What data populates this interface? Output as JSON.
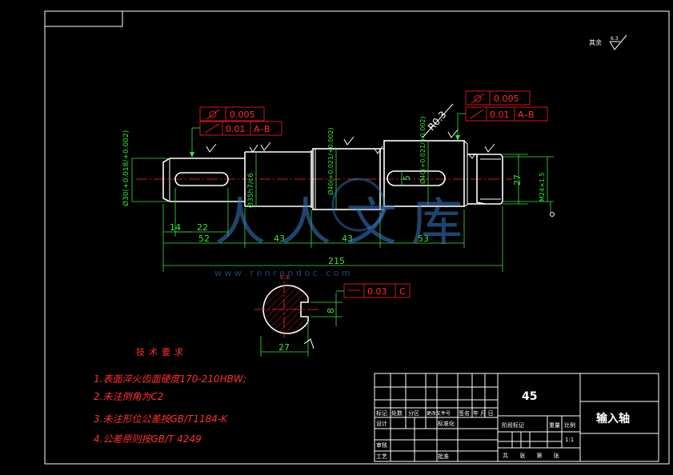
{
  "roughness_note": {
    "prefix": "其余",
    "value": "6.3"
  },
  "gtol_left": {
    "runout": "0.005",
    "total": "0.01",
    "datum": "A–B"
  },
  "gtol_right": {
    "runout": "0.005",
    "total": "0.01",
    "datum": "A–B"
  },
  "radius_label": "R0.3",
  "diameters": {
    "d1": "Ø30(+0.018/+0.002)",
    "d2": "Ø35h7/c6",
    "d3": "Ø40(+0.021/+0.002)",
    "d4": "Ø40(+0.021/+0.002)",
    "d5": "M24×1.5"
  },
  "dims": {
    "d14": "14",
    "d22": "22",
    "d52": "52",
    "d43a": "43",
    "d43b": "43",
    "d53": "53",
    "d215": "215",
    "d5": "5",
    "d27": "27"
  },
  "section": {
    "title": "E–E",
    "tol": "0.03",
    "datum": "C",
    "key": "8",
    "depth": "27"
  },
  "tech_req": {
    "title": "技术要求",
    "items": [
      "1.表面淬火齿面硬度170-210HBW;",
      "2.未注倒角为C2",
      "3.未注形位公差按GB/T1184-K",
      "4.公差原则按GB/T 4249"
    ]
  },
  "title_block": {
    "material": "45",
    "part_name": "输入轴",
    "scale": "1:1",
    "row_labels": [
      "标记",
      "处数",
      "分区",
      "更改文件号",
      "签名",
      "年 月 日"
    ],
    "design": "设计",
    "standard": "标准化",
    "check": "审核",
    "process": "工艺",
    "approve": "批准",
    "stage": "阶段标记",
    "weight": "重量",
    "ratio": "比例",
    "sheets": "共 张 第 张"
  },
  "watermark": {
    "main": "人人文库",
    "url": "w w w . r e n r e n d o c . c o m"
  }
}
